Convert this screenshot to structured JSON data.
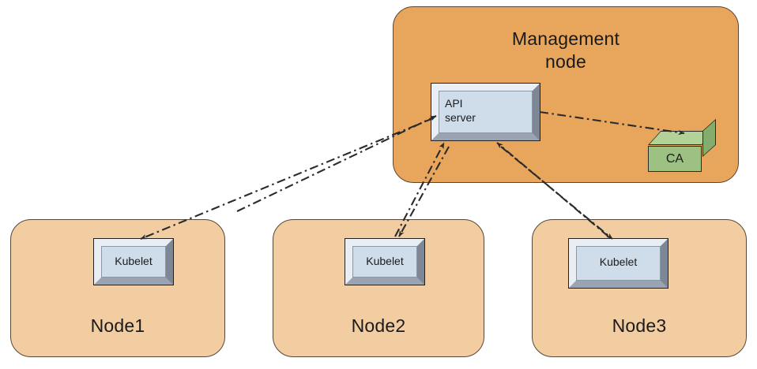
{
  "diagram": {
    "title_visible": false,
    "background": "#ffffff",
    "palette": {
      "management_fill": "#e8a straipsn",
      "management_fill_hex": "#e8a55c",
      "node_fill_hex": "#f2cda2",
      "zone_border_hex": "#5b4636",
      "component_fill_hex": "#cfdcea",
      "component_bevel_light_hex": "#e9edf4",
      "component_bevel_dark_hex": "#7e8795",
      "ca_front_hex": "#9cc183",
      "ca_top_hex": "#b2d297",
      "ca_side_hex": "#84ad6d",
      "line_hex": "#2b2b2b"
    }
  },
  "management_node": {
    "label_line1": "Management",
    "label_line2": "node",
    "api_server": {
      "label_line1": "API",
      "label_line2": "server"
    },
    "ca": {
      "label": "CA"
    }
  },
  "nodes": [
    {
      "label": "Node1",
      "component_label": "Kubelet"
    },
    {
      "label": "Node2",
      "component_label": "Kubelet"
    },
    {
      "label": "Node3",
      "component_label": "Kubelet"
    }
  ],
  "connections": [
    {
      "name": "api-server-to-kubelet-node1",
      "from": "API server",
      "to": "Node1 Kubelet",
      "style": "dash-dot",
      "arrow": "to-kubelet"
    },
    {
      "name": "kubelet-node1-to-api-server",
      "from": "Node1 Kubelet",
      "to": "API server",
      "style": "dash-dot",
      "arrow": "to-api-server"
    },
    {
      "name": "kubelet-node2-to-api-server",
      "from": "Node2 Kubelet",
      "to": "API server",
      "style": "dash-dot",
      "arrow": "bidirectional"
    },
    {
      "name": "kubelet-node3-to-api-server",
      "from": "Node3 Kubelet",
      "to": "API server",
      "style": "dash-dot",
      "arrow": "bidirectional"
    },
    {
      "name": "api-server-to-ca",
      "from": "API server",
      "to": "CA",
      "style": "dash-dot",
      "arrow": "to-ca"
    }
  ]
}
